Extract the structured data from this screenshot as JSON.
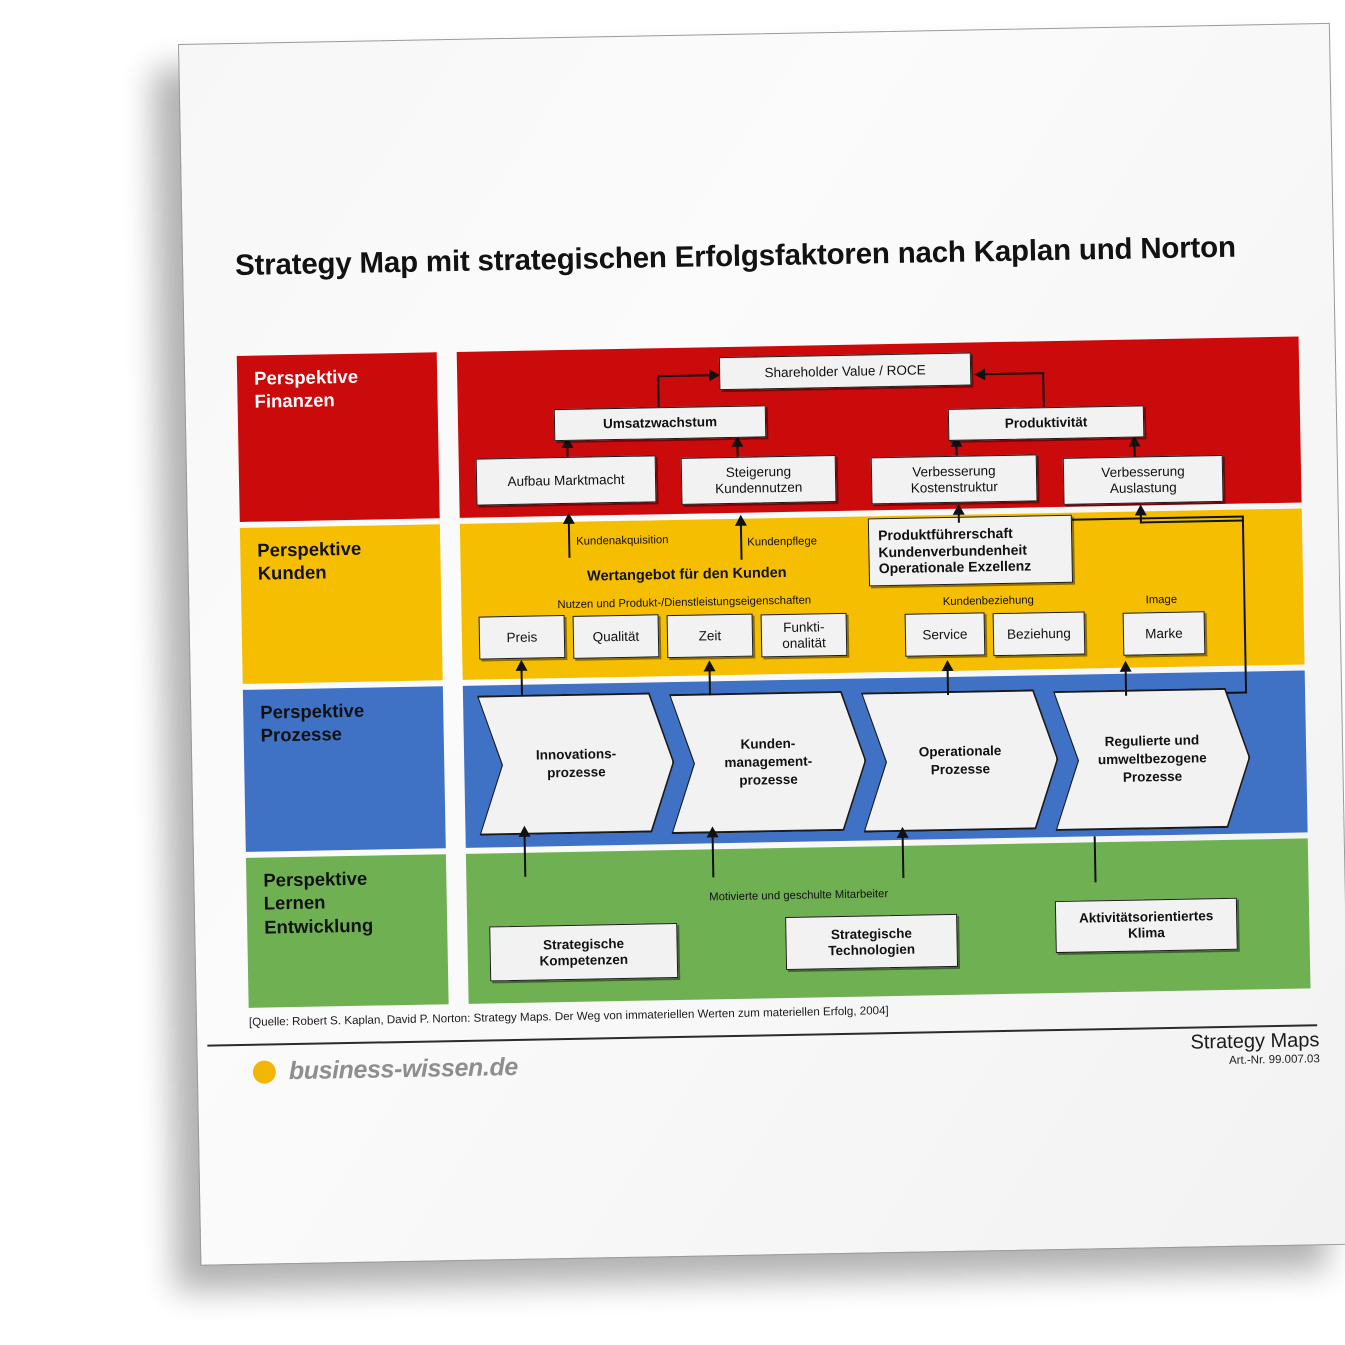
{
  "document": {
    "title": "Strategy Map mit strategischen Erfolgsfaktoren nach Kaplan und Norton",
    "source_note": "[Quelle: Robert S. Kaplan, David P. Norton: Strategy Maps. Der Weg von immateriellen Werten zum materiellen Erfolg, 2004]",
    "doc_name": "Strategy Maps",
    "article_number": "Art.-Nr. 99.007.03",
    "brand_name": "business-wissen.de"
  },
  "colors": {
    "finance": "#CB0A0C",
    "customer": "#F6BE00",
    "process": "#3F71C4",
    "learning": "#6FB053",
    "brand_dot": "#F2B705",
    "node_fill": "#F2F2F2",
    "node_border": "#1A1A1A"
  },
  "perspectives": [
    {
      "id": "finanzen",
      "label": "Perspektive\nFinanzen",
      "line1": "Perspektive",
      "line2": "Finanzen",
      "line3": ""
    },
    {
      "id": "kunden",
      "label": "Perspektive\nKunden",
      "line1": "Perspektive",
      "line2": "Kunden",
      "line3": ""
    },
    {
      "id": "prozesse",
      "label": "Perspektive\nProzesse",
      "line1": "Perspektive",
      "line2": "Prozesse",
      "line3": ""
    },
    {
      "id": "lernen",
      "label": "Perspektive\nLernen\nEntwicklung",
      "line1": "Perspektive",
      "line2": "Lernen",
      "line3": "Entwicklung"
    }
  ],
  "finance": {
    "top_node": "Shareholder Value / ROCE",
    "drivers": [
      {
        "id": "umsatzwachstum",
        "label": "Umsatzwachstum"
      },
      {
        "id": "produktivitaet",
        "label": "Produktivität"
      }
    ],
    "sub_nodes": [
      {
        "id": "aufbau-marktmacht",
        "line1": "Aufbau Marktmacht",
        "line2": ""
      },
      {
        "id": "steigerung-kundennutzen",
        "line1": "Steigerung",
        "line2": "Kundennutzen"
      },
      {
        "id": "verbesserung-kostenstruktur",
        "line1": "Verbesserung",
        "line2": "Kostenstruktur"
      },
      {
        "id": "verbesserung-auslastung",
        "line1": "Verbesserung",
        "line2": "Auslastung"
      }
    ]
  },
  "customer": {
    "connector_labels": [
      {
        "id": "kundenakquisition",
        "label": "Kundenakquisition"
      },
      {
        "id": "kundenpflege",
        "label": "Kundenpflege"
      }
    ],
    "value_proposition_title": "Wertangebot für den Kunden",
    "strategy_box": {
      "line1": "Produktführerschaft",
      "line2": "Kundenverbundenheit",
      "line3": "Operationale Exzellenz"
    },
    "group_labels": [
      {
        "id": "nutzen-produkt",
        "label": "Nutzen und Produkt-/Dienstleistungseigenschaften"
      },
      {
        "id": "kundenbeziehung",
        "label": "Kundenbeziehung"
      },
      {
        "id": "image",
        "label": "Image"
      }
    ],
    "attributes": [
      {
        "id": "preis",
        "line1": "Preis",
        "line2": ""
      },
      {
        "id": "qualitaet",
        "line1": "Qualität",
        "line2": ""
      },
      {
        "id": "zeit",
        "line1": "Zeit",
        "line2": ""
      },
      {
        "id": "funktionalitaet",
        "line1": "Funkti-",
        "line2": "onalität"
      },
      {
        "id": "service",
        "line1": "Service",
        "line2": ""
      },
      {
        "id": "beziehung",
        "line1": "Beziehung",
        "line2": ""
      },
      {
        "id": "marke",
        "line1": "Marke",
        "line2": ""
      }
    ]
  },
  "process": {
    "steps": [
      {
        "id": "innovationsprozesse",
        "line1": "Innovations-",
        "line2": "prozesse",
        "line3": ""
      },
      {
        "id": "kundenmanagement",
        "line1": "Kunden-",
        "line2": "management-",
        "line3": "prozesse"
      },
      {
        "id": "operationale-prozesse",
        "line1": "Operationale",
        "line2": "Prozesse",
        "line3": ""
      },
      {
        "id": "regulierte-prozesse",
        "line1": "Regulierte und",
        "line2": "umweltbezogene",
        "line3": "Prozesse"
      }
    ]
  },
  "learning": {
    "caption": "Motivierte und geschulte Mitarbeiter",
    "nodes": [
      {
        "id": "strategische-kompetenzen",
        "line1": "Strategische",
        "line2": "Kompetenzen"
      },
      {
        "id": "strategische-technologien",
        "line1": "Strategische",
        "line2": "Technologien"
      },
      {
        "id": "aktivitaetsorientiertes-klima",
        "line1": "Aktivitätsorientiertes",
        "line2": "Klima"
      }
    ]
  }
}
